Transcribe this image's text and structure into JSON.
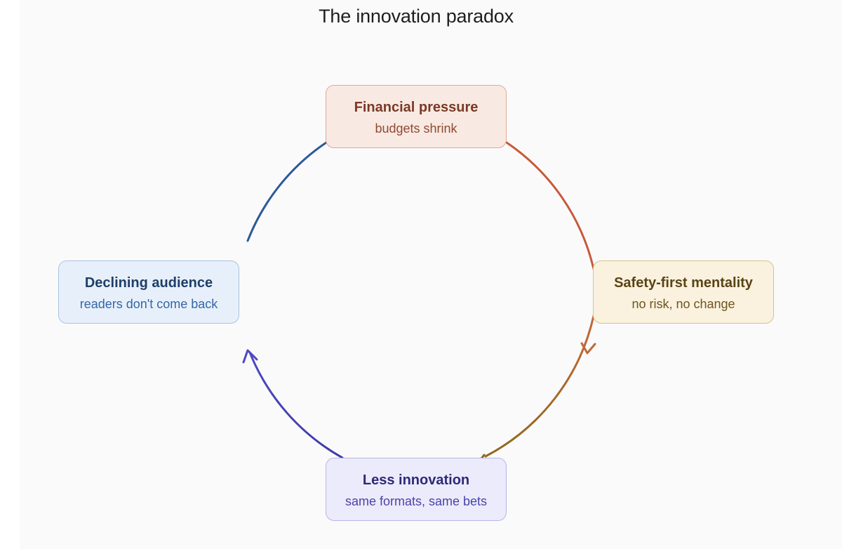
{
  "title": "The innovation paradox",
  "nodes": {
    "financial": {
      "label": "Financial pressure",
      "sub": "budgets shrink"
    },
    "safety": {
      "label": "Safety-first mentality",
      "sub": "no risk, no change"
    },
    "innovation": {
      "label": "Less innovation",
      "sub": "same formats, same bets"
    },
    "audience": {
      "label": "Declining audience",
      "sub": "readers don't come back"
    }
  },
  "colors": {
    "arrow_financial_to_safety": "#c7593a",
    "arrow_safety_to_innovation_start": "#c5673a",
    "arrow_safety_to_innovation_end": "#8f6a1e",
    "arrow_innovation_to_audience": "#4a45b0",
    "arrow_audience_to_financial": "#2c5a9a"
  }
}
